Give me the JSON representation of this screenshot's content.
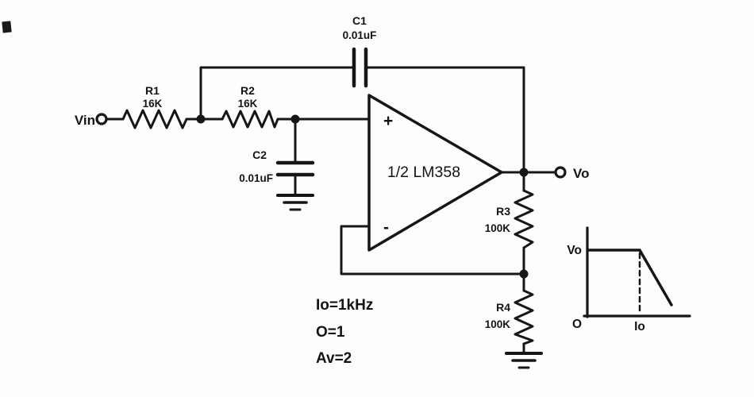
{
  "components": {
    "vin": "Vin",
    "vo": "Vo",
    "r1": {
      "ref": "R1",
      "value": "16K"
    },
    "r2": {
      "ref": "R2",
      "value": "16K"
    },
    "r3": {
      "ref": "R3",
      "value": "100K"
    },
    "r4": {
      "ref": "R4",
      "value": "100K"
    },
    "c1": {
      "ref": "C1",
      "value": "0.01uF"
    },
    "c2": {
      "ref": "C2",
      "value": "0.01uF"
    },
    "opamp": {
      "label": "1/2 LM358",
      "plus": "+",
      "minus": "-"
    }
  },
  "notes": [
    "Io=1kHz",
    "O=1",
    "Av=2"
  ],
  "graph": {
    "ylabel": "Vo",
    "origin": "O",
    "xlabel": "Io"
  }
}
